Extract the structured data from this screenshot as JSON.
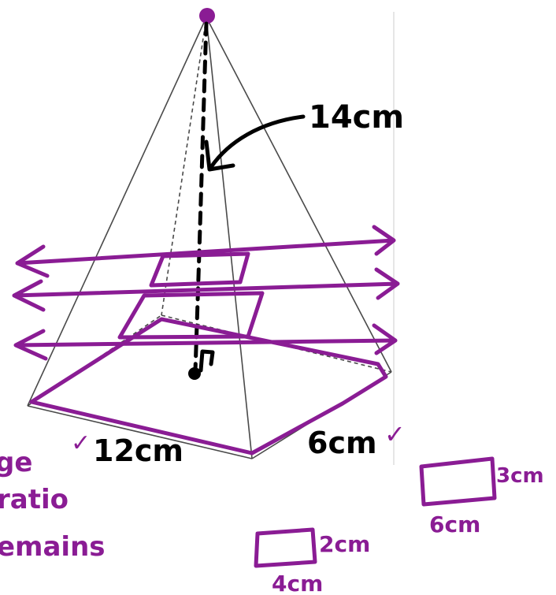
{
  "colors": {
    "ink_black": "#000000",
    "ink_purple": "#8a1c94",
    "line_gray": "#555555",
    "background": "#ffffff"
  },
  "labels": {
    "height": "14cm",
    "base_length": "12cm",
    "base_width": "6cm",
    "small_rect_1_width": "6cm",
    "small_rect_1_height": "3cm",
    "small_rect_2_width": "4cm",
    "small_rect_2_height": "2cm",
    "note_line_1": "ge",
    "note_line_2": "ratio",
    "note_line_3": "emains"
  },
  "icons": {
    "check": "✓"
  }
}
